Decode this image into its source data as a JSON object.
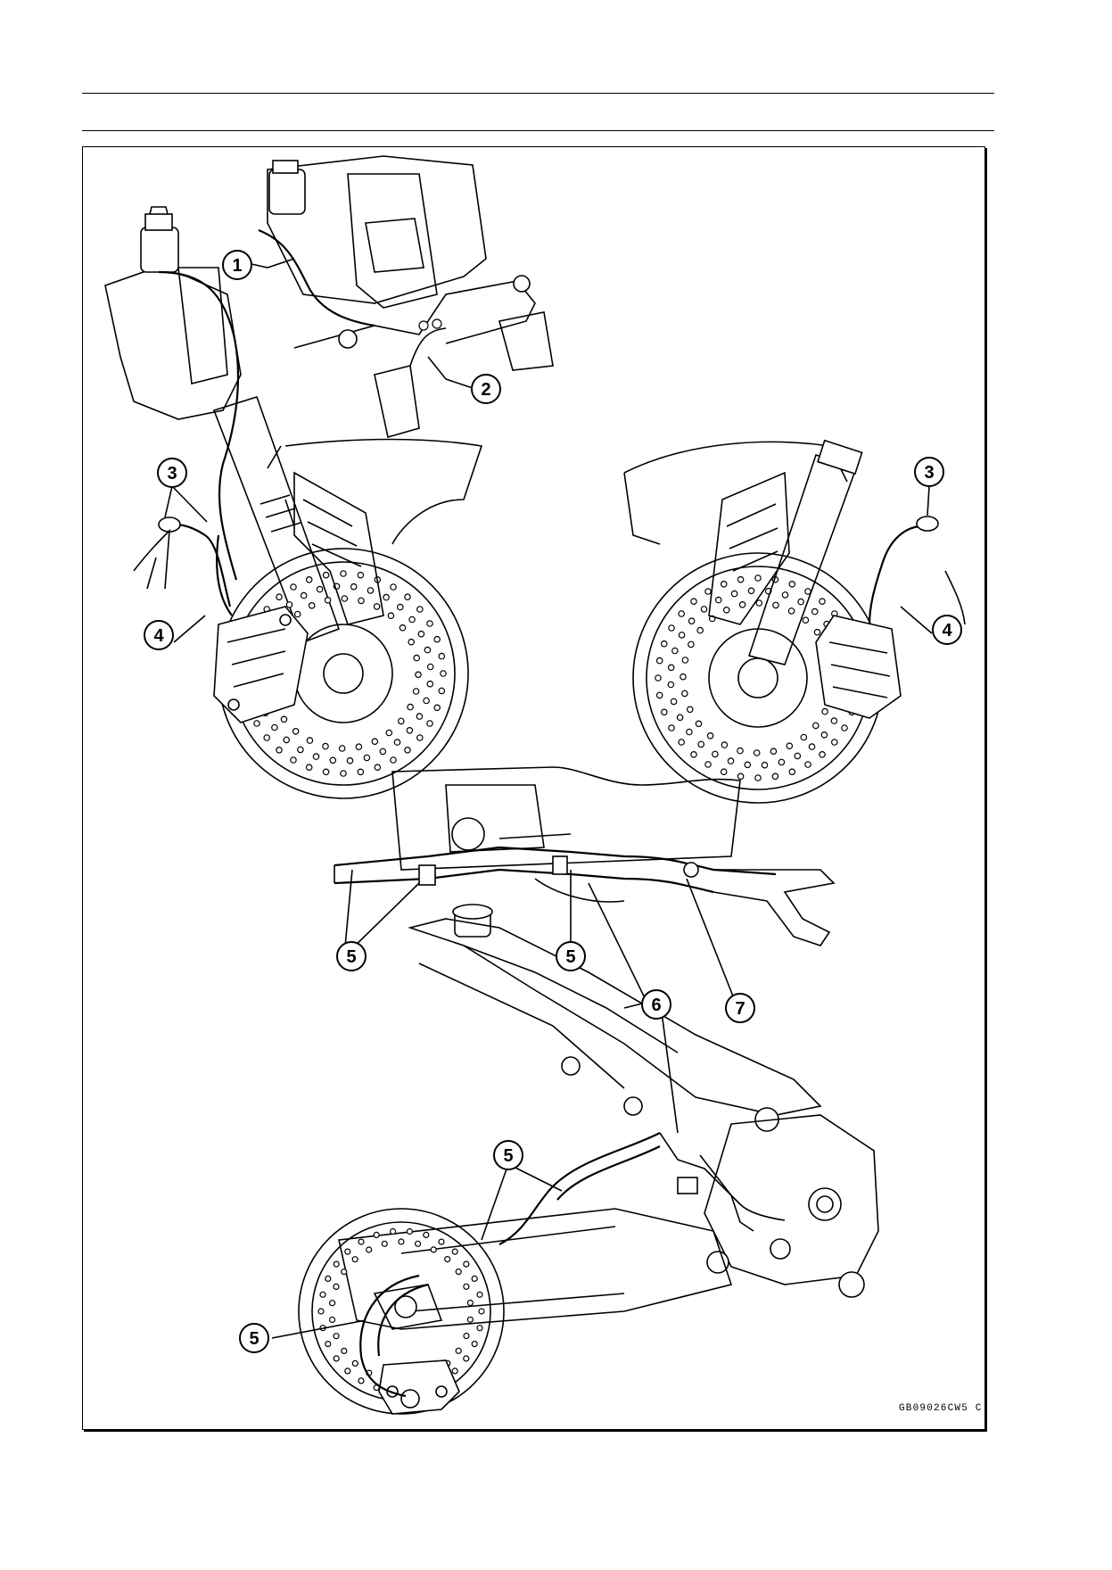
{
  "figure": {
    "code": "GB09026CW5 C",
    "callouts": [
      {
        "id": "c1a",
        "label": "1"
      },
      {
        "id": "c2a",
        "label": "2"
      },
      {
        "id": "c3a",
        "label": "3"
      },
      {
        "id": "c3b",
        "label": "3"
      },
      {
        "id": "c4a",
        "label": "4"
      },
      {
        "id": "c4b",
        "label": "4"
      },
      {
        "id": "c5a",
        "label": "5"
      },
      {
        "id": "c5b",
        "label": "5"
      },
      {
        "id": "c5c",
        "label": "5"
      },
      {
        "id": "c5d",
        "label": "5"
      },
      {
        "id": "c6a",
        "label": "6"
      },
      {
        "id": "c7a",
        "label": "7"
      }
    ]
  }
}
